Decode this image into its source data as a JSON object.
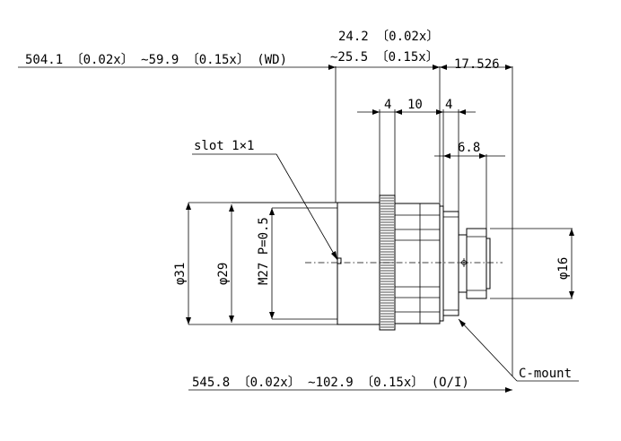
{
  "drawing": {
    "top_dim_line1": "24.2 〔0.02x〕",
    "top_dim_line2": "∼25.5 〔0.15x〕",
    "working_distance": "504.1 〔0.02x〕 ∼59.9 〔0.15x〕 (WD)",
    "flange_length": "17.526",
    "dim_4_left": "4",
    "dim_10": "10",
    "dim_4_right": "4",
    "dim_6_8": "6.8",
    "slot_label": "slot 1×1",
    "dia_31": "φ31",
    "dia_29": "φ29",
    "thread": "M27 P=0.5",
    "dia_16": "φ16",
    "total_length": "545.8 〔0.02x〕 ∼102.9 〔0.15x〕 (O/I)",
    "mount": "C-mount"
  }
}
